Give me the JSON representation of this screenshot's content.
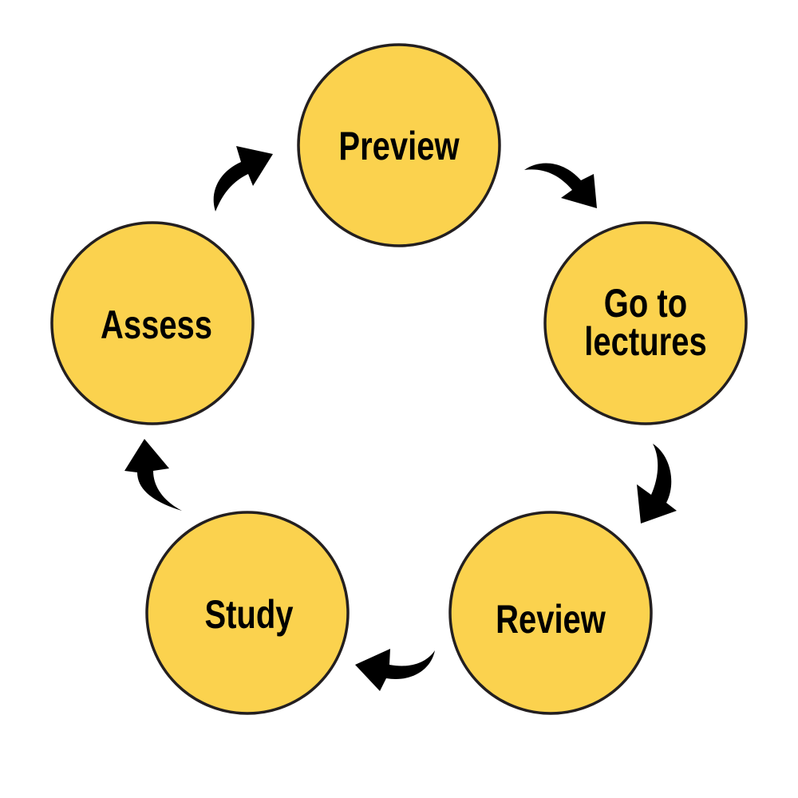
{
  "diagram": {
    "type": "cycle",
    "colors": {
      "node_fill": "#FBD24E",
      "node_stroke": "#231F20",
      "text": "#000000",
      "arrow": "#000000",
      "background": "#FFFFFF"
    },
    "nodes": [
      {
        "id": "preview",
        "lines": [
          "Preview"
        ]
      },
      {
        "id": "go-to-lectures",
        "lines": [
          "Go to",
          "lectures"
        ]
      },
      {
        "id": "review",
        "lines": [
          "Review"
        ]
      },
      {
        "id": "study",
        "lines": [
          "Study"
        ]
      },
      {
        "id": "assess",
        "lines": [
          "Assess"
        ]
      }
    ],
    "edges": [
      {
        "from": "preview",
        "to": "go-to-lectures"
      },
      {
        "from": "go-to-lectures",
        "to": "review"
      },
      {
        "from": "review",
        "to": "study"
      },
      {
        "from": "study",
        "to": "assess"
      },
      {
        "from": "assess",
        "to": "preview"
      }
    ]
  }
}
